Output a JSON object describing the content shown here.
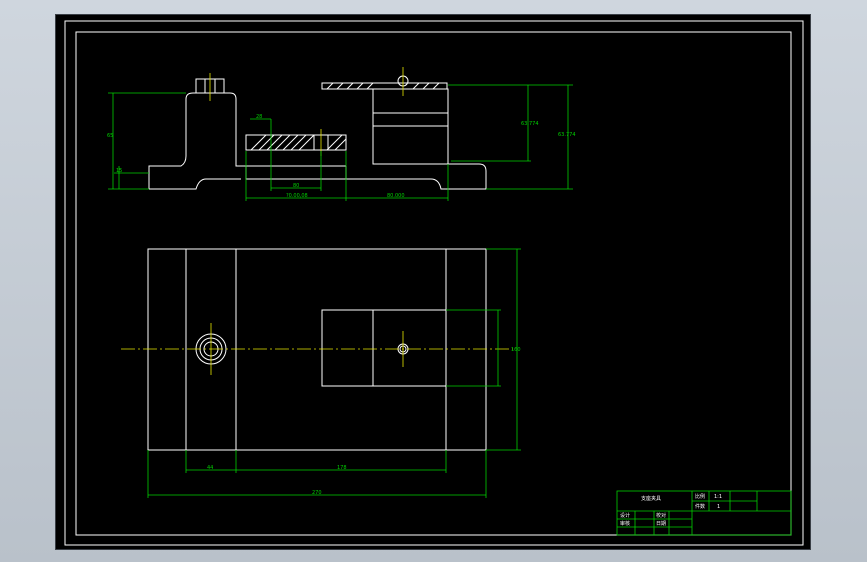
{
  "drawing": {
    "dimensions": {
      "height_left": "65",
      "small_left": "15",
      "top_width": "28",
      "dim_80": "80",
      "dim_bottom_left": "?0.00,08",
      "dim_bottom_right": "80.000",
      "right_inner": "63.774",
      "right_outer": "63.774",
      "plan_height": "160",
      "plan_left": "44",
      "plan_mid": "178",
      "plan_total": "270"
    },
    "title_block": {
      "part_name": "支座夹具",
      "scale_label": "比例",
      "scale_value": "1:1",
      "qty_label": "件数",
      "qty_value": "1",
      "designer_label": "设计",
      "checker_label": "审核",
      "reviewer_label": "校对",
      "date_label": "日期"
    }
  }
}
